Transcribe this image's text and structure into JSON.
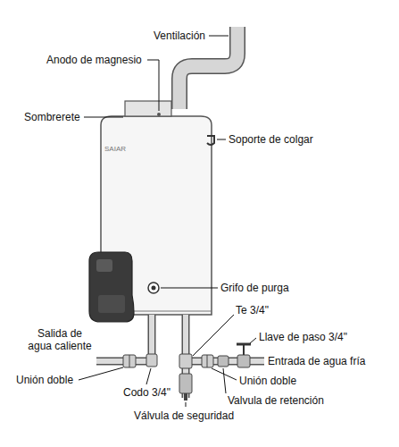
{
  "diagram": {
    "labels": [
      "Ventilación",
      "Anodo de magnesio",
      "Sombrerete",
      "Soporte de colgar",
      "SAIAR",
      "Grifo de purga",
      "Te 3/4\"",
      "Llave de paso 3/4\"",
      "Salida de agua caliente",
      "Entrada de agua fría",
      "Unión doble",
      "Unión doble",
      "Codo 3/4\"",
      "Valvula de retención",
      "Válvula de seguridad"
    ]
  }
}
